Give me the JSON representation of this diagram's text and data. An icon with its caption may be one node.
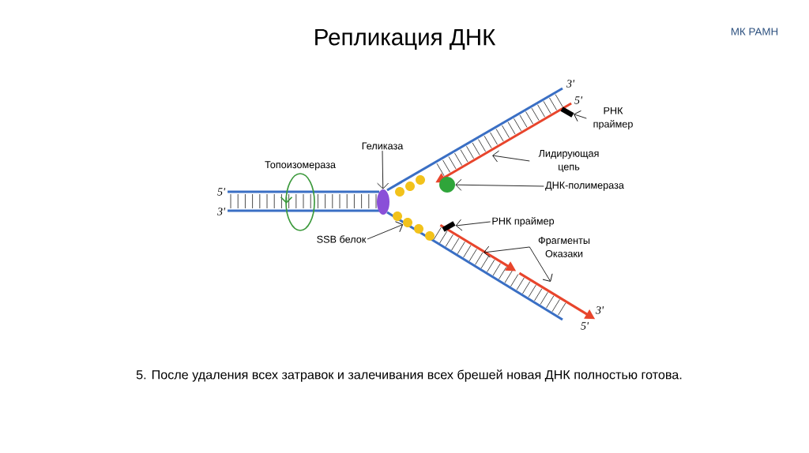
{
  "diagram": {
    "title": "Репликация ДНК",
    "caption": "5. После удаления всех затравок и залечивания всех брешей новая ДНК полностью готова.",
    "nodes": [
      {
        "text": [
          "Геликаза"
        ]
      },
      {
        "text": [],
        "shape": "ellipse"
      },
      {
        "text": [
          "SSB белок"
        ]
      },
      {
        "text": [],
        "shape": "circle"
      },
      {
        "text": [
          "РНК праймер"
        ]
      },
      {
        "text": [],
        "shape": "bar"
      },
      {
        "text": [
          "Лидирующая цепь"
        ]
      },
      {
        "text": [
          "ДНК-полимераза"
        ]
      },
      {
        "text": [],
        "shape": "circle"
      },
      {
        "text": [
          "РНК праймер"
        ]
      },
      {
        "text": [],
        "shape": "bar"
      },
      {
        "text": [
          "Фрагменты Оказаки"
        ]
      }
    ],
    "edges": [
      {
        "from": 0,
        "to": 1,
        "arrow": "to"
      },
      {
        "from": 2,
        "to": 3,
        "arrow": "to"
      },
      {
        "from": 4,
        "to": 5,
        "arrow": "to"
      },
      {
        "from": 6,
        "to": null,
        "arrow": "to"
      },
      {
        "from": 7,
        "to": 8,
        "arrow": "to"
      },
      {
        "from": 9,
        "to": 10,
        "arrow": "to"
      },
      {
        "from": 11,
        "to": null,
        "arrow": "to"
      },
      {
        "from": 11,
        "to": null,
        "arrow": "to"
      }
    ],
    "labels": [
      "МК РАМН",
      "Топоизомераза",
      "5'",
      "3'",
      "3'",
      "5'",
      "3'",
      "5'"
    ]
  }
}
